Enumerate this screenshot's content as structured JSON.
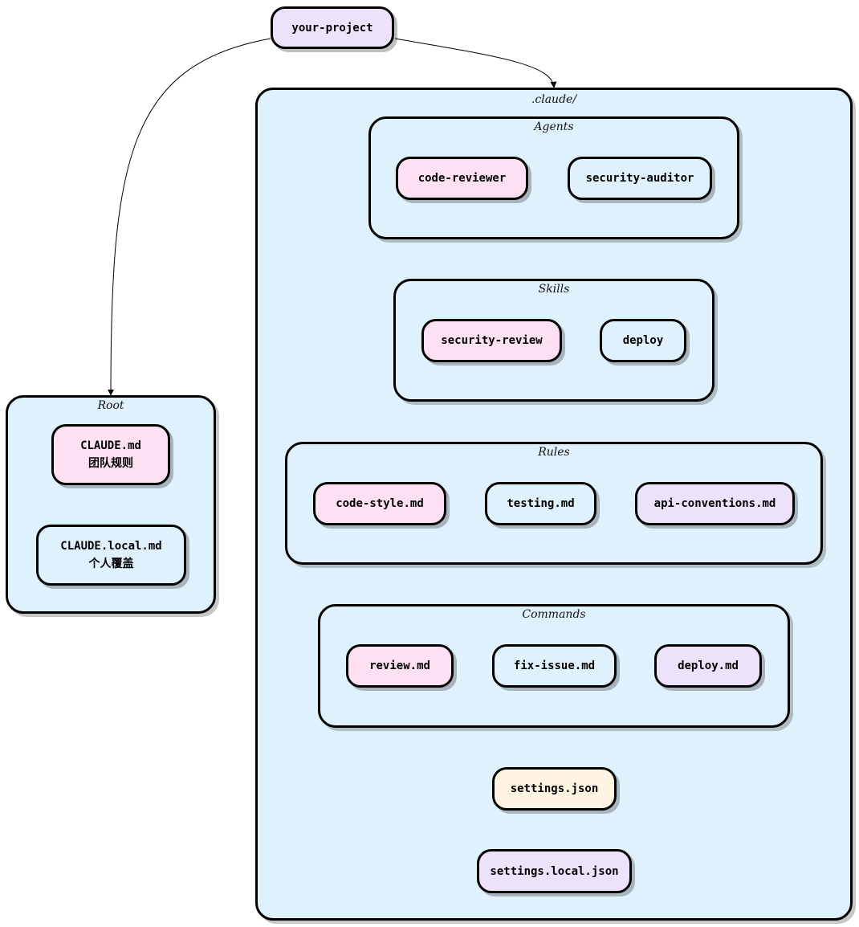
{
  "colors": {
    "pink": "#fde0f2",
    "blue": "#dff1fc",
    "lavender": "#ece3fb",
    "cream": "#fff3e2",
    "stroke": "#000000"
  },
  "project": {
    "label": "your-project"
  },
  "root": {
    "title": "Root",
    "claude_md": {
      "line1": "CLAUDE.md",
      "line2": "团队规则"
    },
    "claude_local_md": {
      "line1": "CLAUDE.local.md",
      "line2": "个人覆盖"
    }
  },
  "claude_dir": {
    "title": ".claude/",
    "agents": {
      "title": "Agents",
      "items": [
        "code-reviewer",
        "security-auditor"
      ]
    },
    "skills": {
      "title": "Skills",
      "items": [
        "security-review",
        "deploy"
      ]
    },
    "rules": {
      "title": "Rules",
      "items": [
        "code-style.md",
        "testing.md",
        "api-conventions.md"
      ]
    },
    "commands": {
      "title": "Commands",
      "items": [
        "review.md",
        "fix-issue.md",
        "deploy.md"
      ]
    },
    "settings": "settings.json",
    "settings_local": "settings.local.json"
  }
}
